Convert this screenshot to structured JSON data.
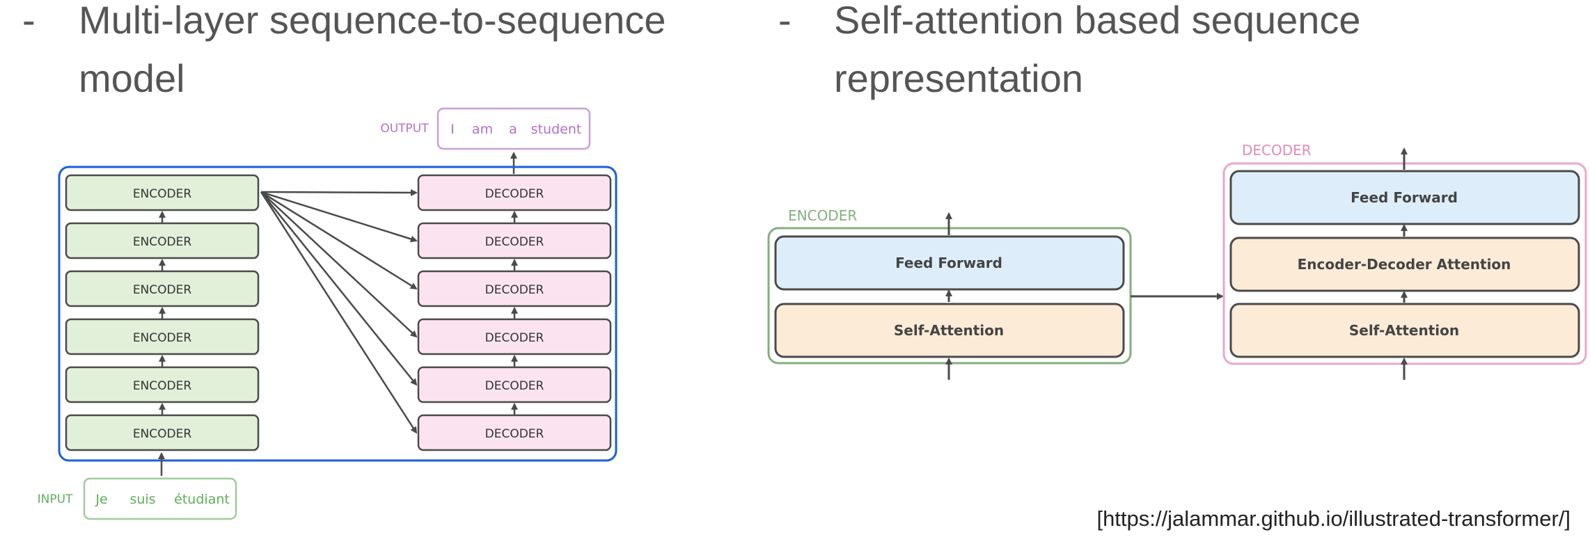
{
  "bullets": [
    {
      "dash": "-",
      "line1": "Multi-layer sequence-to-sequence",
      "line2": "model"
    },
    {
      "dash": "-",
      "line1": "Self-attention based sequence",
      "line2": "representation"
    }
  ],
  "left_diagram": {
    "output_label": "OUTPUT",
    "output_tokens": [
      "I",
      "am",
      "a",
      "student"
    ],
    "input_label": "INPUT",
    "input_tokens": [
      "Je",
      "suis",
      "étudiant"
    ],
    "encoder_label": "ENCODER",
    "decoder_label": "DECODER",
    "layer_count": 6
  },
  "right_diagram": {
    "encoder_title": "ENCODER",
    "decoder_title": "DECODER",
    "encoder_blocks": [
      "Feed Forward",
      "Self-Attention"
    ],
    "decoder_blocks": [
      "Feed Forward",
      "Encoder-Decoder Attention",
      "Self-Attention"
    ]
  },
  "source": "[https://jalammar.github.io/illustrated-transformer/]",
  "colors": {
    "text_gray": "#555555",
    "encoder_fill": "#e2f0d9",
    "decoder_fill": "#fbe4f0",
    "feed_forward_fill": "#ddeefa",
    "attention_fill": "#fcebd7",
    "stack_border": "#1a5fd6",
    "encoder_group_border": "#82b07c",
    "decoder_group_border": "#eba7c8",
    "output_color": "#b36fc9",
    "input_color": "#5fae5c",
    "box_border": "#4a4a4a"
  }
}
